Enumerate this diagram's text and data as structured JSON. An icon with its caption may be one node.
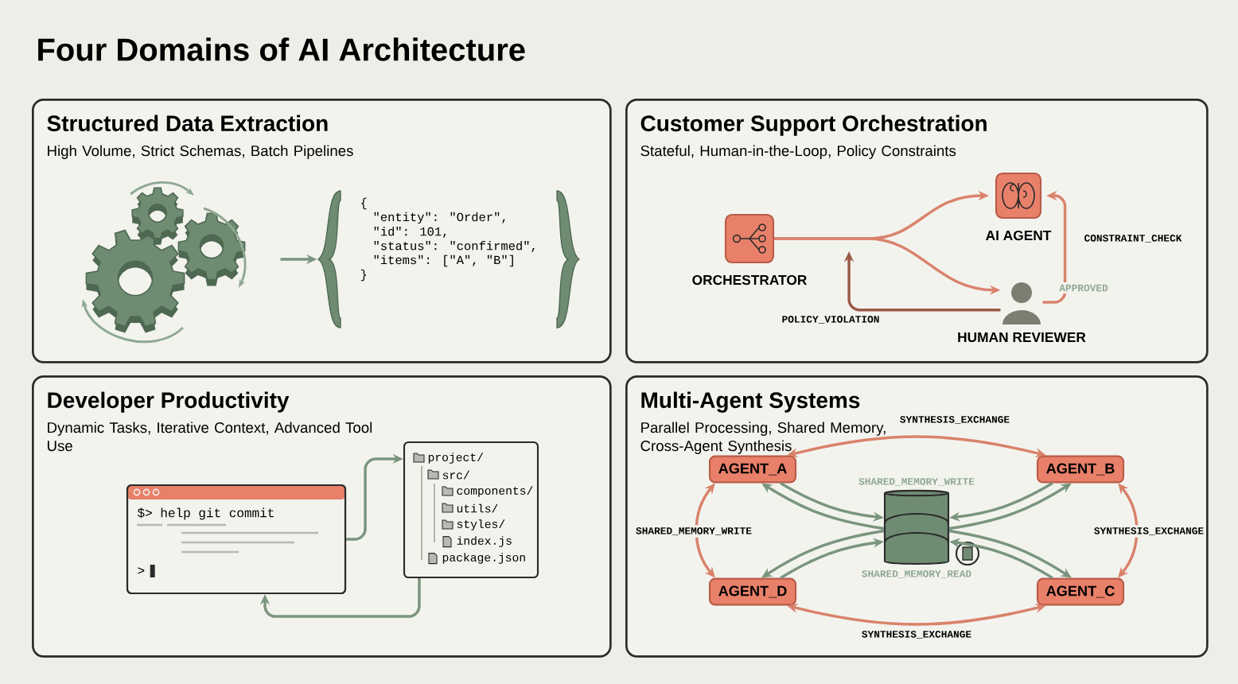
{
  "diagram": {
    "title": "Four Domains of AI Architecture",
    "nodes": [
      {
        "text": [
          "Structured Data Extraction",
          "High Volume, Strict Schemas, Batch Pipelines"
        ]
      },
      {
        "text": [],
        "shape": "picture",
        "in": 0
      },
      {
        "text": [
          "{",
          "\"entity\": \"Order\",",
          "\"id\": 101,",
          "\"status\": \"confirmed\",",
          "\"items\": [\"A\", \"B\"]",
          "}"
        ],
        "in": 0
      },
      {
        "text": [
          "Customer Support Orchestration",
          "Stateful, Human-in-the-Loop, Policy Constraints"
        ]
      },
      {
        "text": [
          "ORCHESTRATOR"
        ],
        "in": 3
      },
      {
        "text": [
          "AI AGENT"
        ],
        "in": 3
      },
      {
        "text": [
          "HUMAN REVIEWER"
        ],
        "in": 3
      },
      {
        "text": [
          "Developer Productivity",
          "Dynamic Tasks, Iterative Context, Advanced Tool Use"
        ]
      },
      {
        "text": [
          "$> help git commit",
          ">"
        ],
        "in": 7
      },
      {
        "text": [
          "project/",
          "src/",
          "components/",
          "utils/",
          "styles/",
          "index.js",
          "package.json"
        ],
        "in": 7
      },
      {
        "text": [
          "Multi-Agent Systems",
          "Parallel Processing, Shared Memory, Cross-Agent Synthesis"
        ]
      },
      {
        "text": [
          "AGENT_A"
        ],
        "in": 10
      },
      {
        "text": [
          "AGENT_B"
        ],
        "in": 10
      },
      {
        "text": [
          "AGENT_C"
        ],
        "in": 10
      },
      {
        "text": [
          "AGENT_D"
        ],
        "in": 10
      },
      {
        "text": [],
        "shape": "cylinder",
        "in": 10
      }
    ],
    "edges": [
      {
        "from": 1,
        "to": 2,
        "arrow": "to"
      },
      {
        "from": 4,
        "to": 5,
        "arrow": "to",
        "color": "#d9826b"
      },
      {
        "from": 4,
        "to": 6,
        "arrow": "to",
        "color": "#d9826b"
      },
      {
        "from": 6,
        "to": 4,
        "arrow": "to",
        "label": "POLICY_VIOLATION",
        "color": "#9b5a48"
      },
      {
        "from": 6,
        "to": 5,
        "arrow": "to",
        "label": "CONSTRAINT_CHECK",
        "color": "#d9826b"
      },
      {
        "from": 8,
        "to": 9,
        "arrow": "to"
      },
      {
        "from": 9,
        "to": 8,
        "arrow": "to"
      },
      {
        "from": 11,
        "to": 12,
        "arrow": "both",
        "label": "SYNTHESIS_EXCHANGE",
        "color": "#d9826b"
      },
      {
        "from": 12,
        "to": 13,
        "arrow": "both",
        "label": "SYNTHESIS_EXCHANGE",
        "color": "#d9826b"
      },
      {
        "from": 14,
        "to": 13,
        "arrow": "both",
        "label": "SYNTHESIS_EXCHANGE",
        "color": "#d9826b"
      },
      {
        "from": 11,
        "to": 14,
        "arrow": "both",
        "label": "SHARED_MEMORY_WRITE",
        "color": "#d9826b"
      },
      {
        "from": 11,
        "to": 15,
        "arrow": "to"
      },
      {
        "from": 15,
        "to": 11,
        "arrow": "to"
      },
      {
        "from": 12,
        "to": 15,
        "arrow": "to"
      },
      {
        "from": 15,
        "to": 12,
        "arrow": "to"
      },
      {
        "from": 13,
        "to": 15,
        "arrow": "to"
      },
      {
        "from": 15,
        "to": 13,
        "arrow": "to"
      },
      {
        "from": 14,
        "to": 15,
        "arrow": "to"
      },
      {
        "from": 15,
        "to": 14,
        "arrow": "to"
      }
    ],
    "labels": [
      "APPROVED",
      "SHARED_MEMORY_WRITE",
      "SHARED_MEMORY_READ"
    ]
  }
}
